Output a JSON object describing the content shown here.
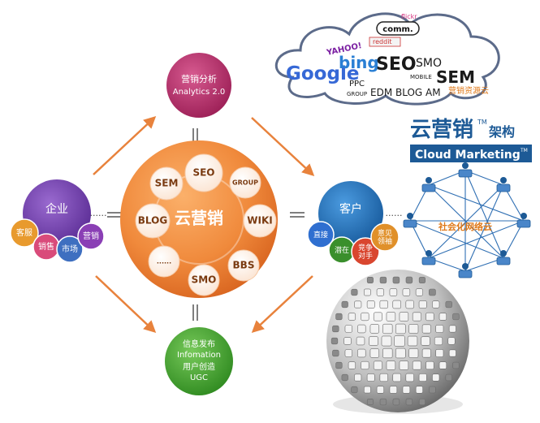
{
  "center": {
    "title": "云营销",
    "satellites": [
      "SEO",
      "GROUP",
      "WIKI",
      "BBS",
      "SMO",
      "......",
      "BLOG",
      "SEM"
    ]
  },
  "top_node": {
    "line1": "营销分析",
    "line2": "Analytics 2.0"
  },
  "left_node": {
    "title": "企业",
    "children": [
      "客服",
      "销售",
      "市场",
      "营销"
    ],
    "dots": "......"
  },
  "right_node": {
    "title": "客户",
    "children": [
      "直接",
      "潜在",
      "竞争\n对手",
      "意见\n领袖"
    ],
    "dots": "......"
  },
  "bottom_node": {
    "line1": "信息发布",
    "line2": "Infomation",
    "line3": "用户创造",
    "line4": "UGC"
  },
  "cloud": {
    "google": "Google",
    "bing": "bing",
    "yahoo": "YAHOO!",
    "seo": "SEO",
    "smo": "SMO",
    "sem": "SEM",
    "mobile": "MOBILE",
    "ppc": "PPC",
    "group": "GROUP",
    "edm": "EDM BLOG AM",
    "comm": "comm.",
    "flickr": "flickr",
    "reddit": "reddit",
    "resource": "营销资源云"
  },
  "brand": {
    "title": "云营销",
    "tm1": "TM",
    "suffix": "架构",
    "banner": "Cloud Marketing",
    "tm2": "TM"
  },
  "network": {
    "label": "社会化网络云"
  },
  "colors": {
    "center_orange": "#f08a3c",
    "top_purple": "#b22d6a",
    "left_purple": "#6c3ca8",
    "right_blue": "#1f6db5",
    "bottom_green": "#44a52e",
    "arrow": "#e8823c",
    "banner_blue": "#1d5a96"
  }
}
